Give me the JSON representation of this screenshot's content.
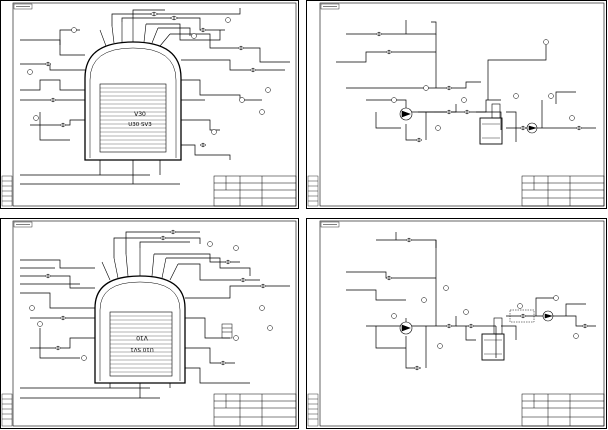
{
  "sheets": [
    {
      "id": "top-left",
      "vessel_labels": [
        "V30",
        "U30 SV3"
      ]
    },
    {
      "id": "top-right"
    },
    {
      "id": "bottom-left",
      "vessel_labels": [
        "V10",
        "U10 SV1"
      ]
    },
    {
      "id": "bottom-right"
    }
  ]
}
